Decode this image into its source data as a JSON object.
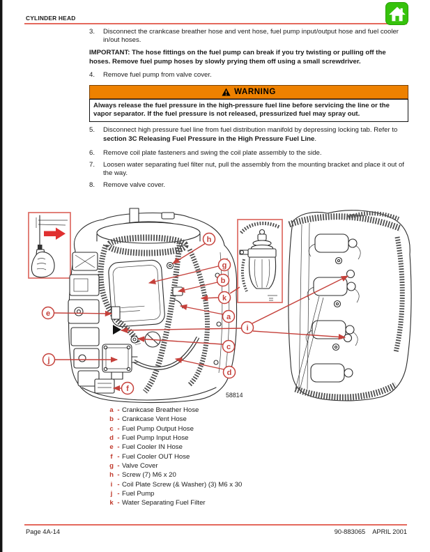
{
  "header": {
    "title": "CYLINDER HEAD"
  },
  "icons": {
    "home_icon": "green house navigation button",
    "warning_icon": "black exclamation triangle"
  },
  "colors": {
    "accent_red": "#c5413b",
    "rule_red": "#e4685c",
    "warning_orange": "#ee8100",
    "home_green": "#36c20c",
    "inset_border_red": "#dd6a62"
  },
  "steps": [
    {
      "num": "3.",
      "text": "Disconnect the crankcase breather hose and vent hose, fuel pump input/output hose and fuel cooler in/out hoses."
    },
    {
      "num": "4.",
      "text": "Remove fuel pump from valve cover."
    },
    {
      "num": "5.",
      "text_before": "Disconnect high pressure fuel line from fuel distribution manifold by depressing locking tab. Refer to ",
      "bold_text": "section 3C Releasing Fuel Pressure in the High Pressure Fuel Line",
      "text_after": "."
    },
    {
      "num": "6.",
      "text": "Remove coil plate fasteners and swing the coil plate assembly to the side."
    },
    {
      "num": "7.",
      "text": "Loosen water separating fuel filter nut, pull the assembly from the mounting bracket and place it out of the way."
    },
    {
      "num": "8.",
      "text": "Remove valve cover."
    }
  ],
  "important_note": "IMPORTANT: The hose fittings on the fuel pump can break if you try twisting or pulling off the hoses. Remove fuel pump hoses by slowly prying them off using a small screwdriver.",
  "warning": {
    "title": "WARNING",
    "body": "Always release the fuel pressure in the high-pressure fuel line before servicing the line or the vapor separator. If the fuel pressure is not released, pressurized fuel may spray out."
  },
  "figure": {
    "part_number": "58814",
    "callouts": [
      {
        "letter": "a"
      },
      {
        "letter": "b"
      },
      {
        "letter": "c"
      },
      {
        "letter": "d"
      },
      {
        "letter": "e"
      },
      {
        "letter": "f"
      },
      {
        "letter": "g"
      },
      {
        "letter": "h"
      },
      {
        "letter": "i"
      },
      {
        "letter": "j"
      },
      {
        "letter": "k"
      }
    ]
  },
  "legend": {
    "items": [
      {
        "letter": "a",
        "label": "Crankcase Breather Hose"
      },
      {
        "letter": "b",
        "label": "Crankcase Vent Hose"
      },
      {
        "letter": "c",
        "label": "Fuel Pump Output Hose"
      },
      {
        "letter": "d",
        "label": "Fuel Pump Input Hose"
      },
      {
        "letter": "e",
        "label": "Fuel Cooler IN Hose"
      },
      {
        "letter": "f",
        "label": "Fuel Cooler OUT Hose"
      },
      {
        "letter": "g",
        "label": "Valve Cover"
      },
      {
        "letter": "h",
        "label": "Screw (7) M6 x 20"
      },
      {
        "letter": "i",
        "label": "Coil Plate Screw (& Washer) (3) M6 x 30"
      },
      {
        "letter": "j",
        "label": "Fuel Pump"
      },
      {
        "letter": "k",
        "label": "Water Separating Fuel Filter"
      }
    ]
  },
  "footer": {
    "page_label": "Page 4A-14",
    "doc_number": "90-883065",
    "date": "APRIL 2001"
  }
}
